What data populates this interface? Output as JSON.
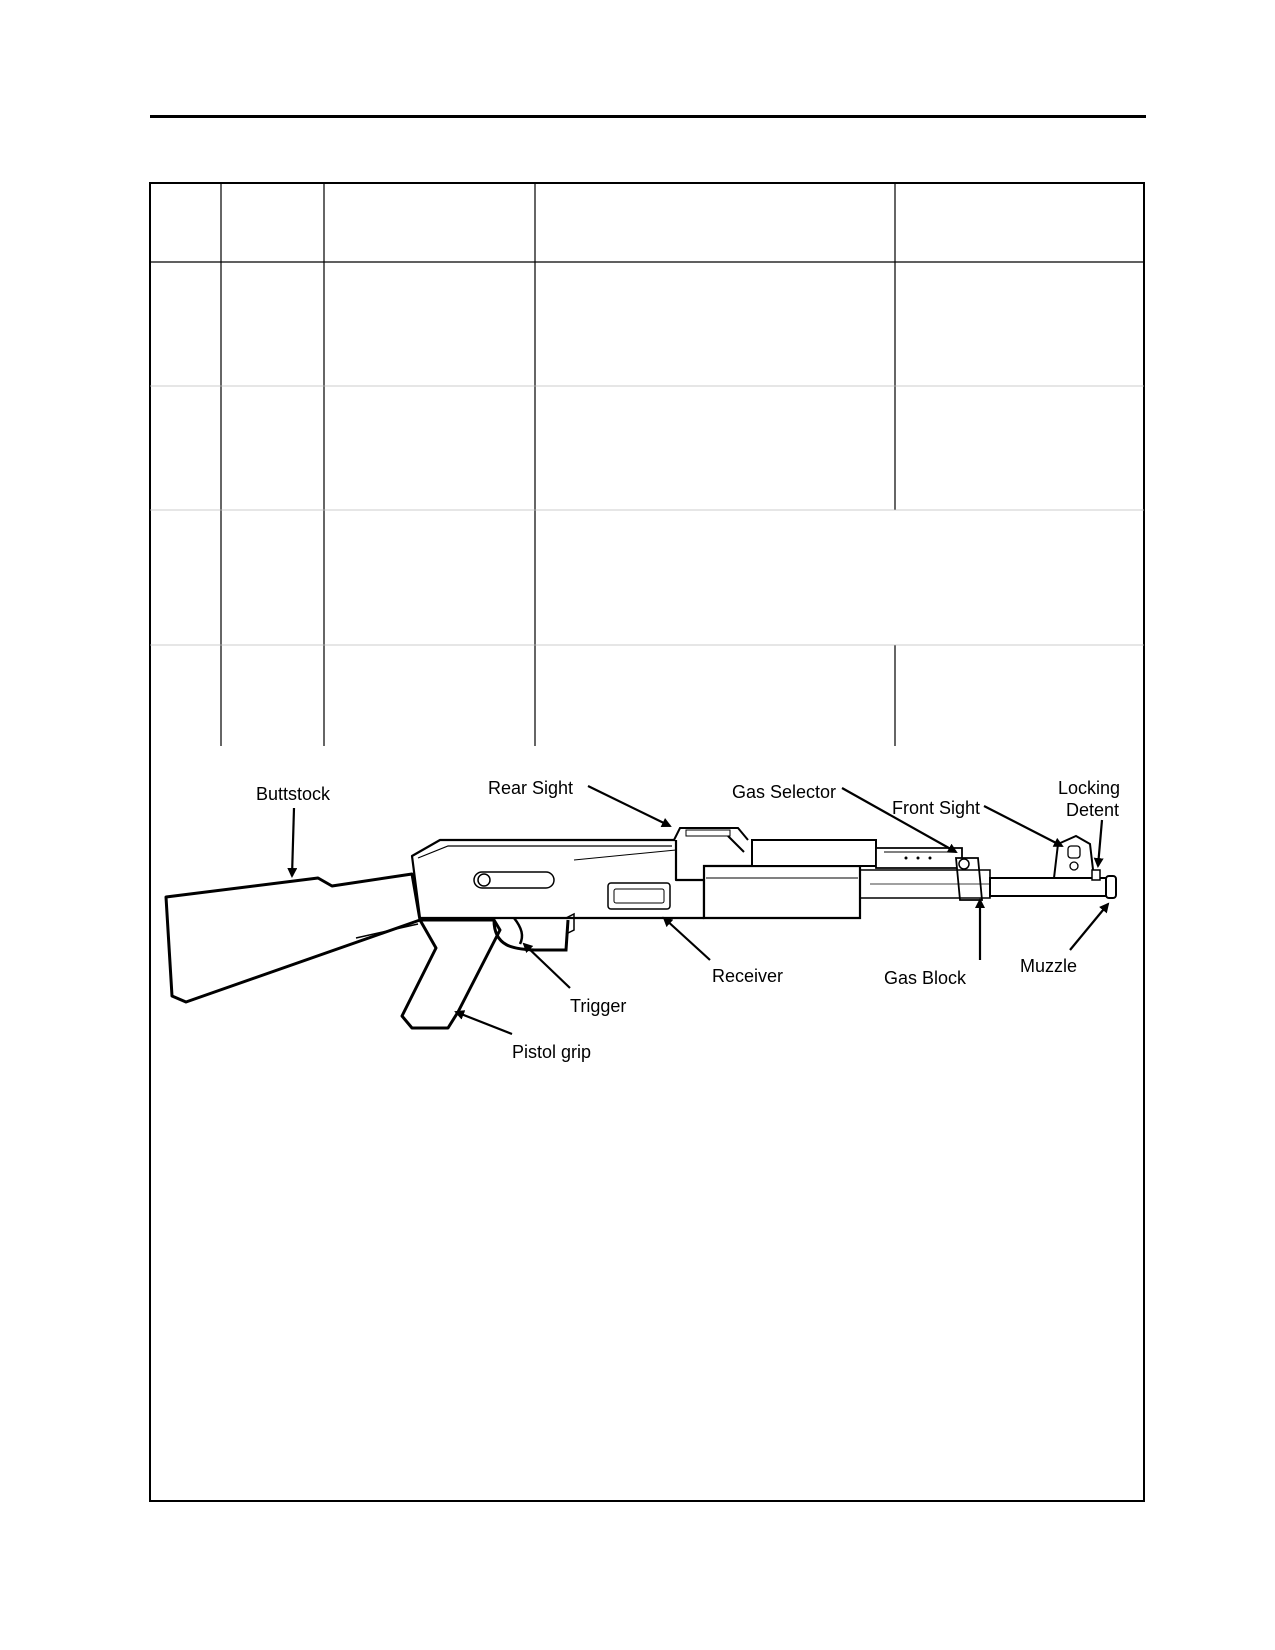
{
  "diagram": {
    "labels": {
      "buttstock": "Buttstock",
      "rear_sight": "Rear Sight",
      "gas_selector": "Gas Selector",
      "front_sight": "Front Sight",
      "locking": "Locking",
      "detent": "Detent",
      "receiver": "Receiver",
      "gas_block": "Gas Block",
      "muzzle": "Muzzle",
      "trigger": "Trigger",
      "pistol_grip": "Pistol grip"
    }
  }
}
